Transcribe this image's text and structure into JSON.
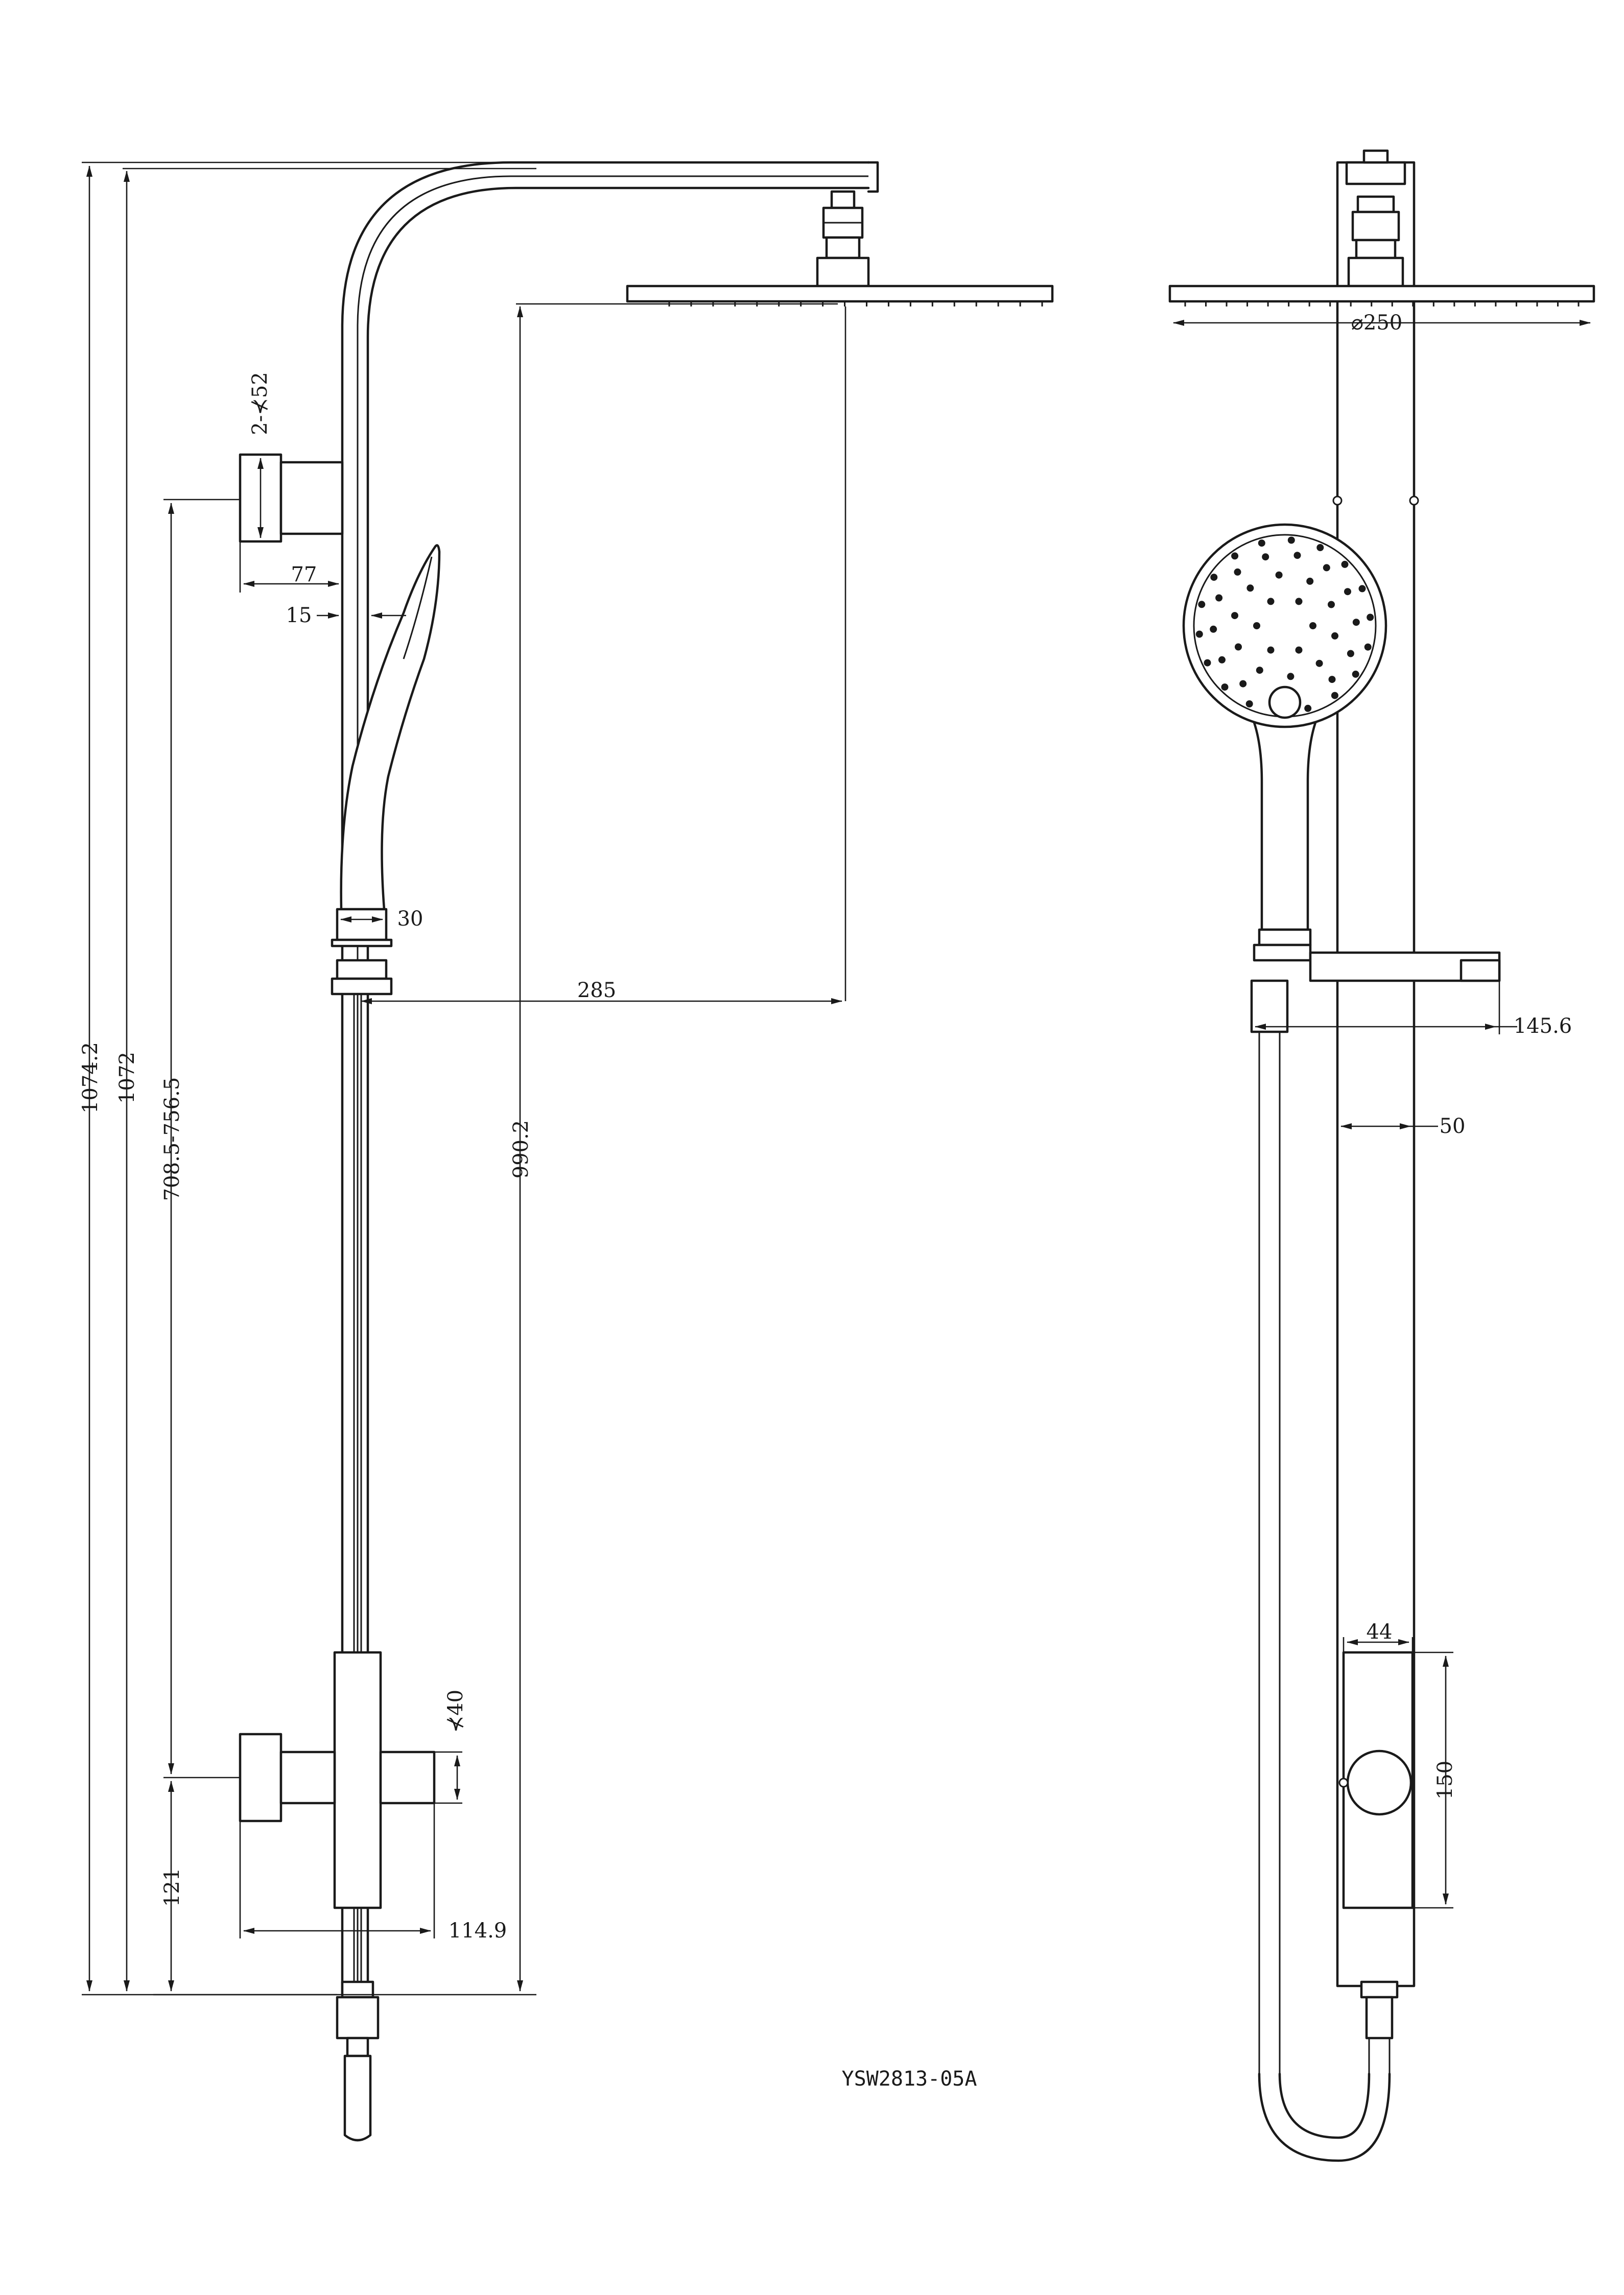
{
  "drawing_code": "YSW2813-05A",
  "dimensions": {
    "total_height": "1074.2",
    "rail_height": "1072",
    "holder_range": "708.5-756.5",
    "head_height": "990.2",
    "bottom_bracket": "121",
    "bracket_dia": "2-⊀52",
    "wall_offset": "77",
    "rail_gap": "15",
    "holder_width": "30",
    "arm_reach": "285",
    "valve_depth": "114.9",
    "knob_dia": "⊀40",
    "head_dia": "⌀250",
    "holder_length": "145.6",
    "rail_width": "50",
    "valve_width": "44",
    "valve_height": "150"
  }
}
